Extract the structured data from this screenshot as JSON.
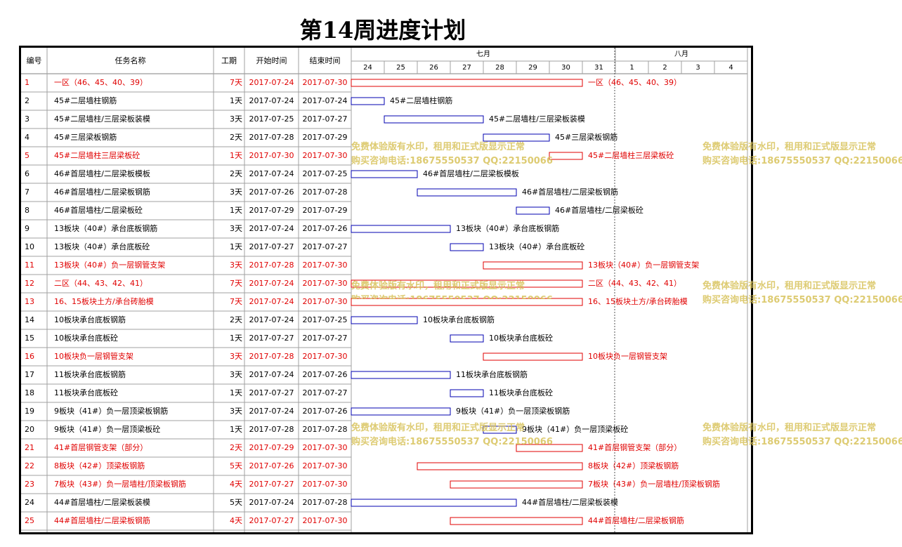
{
  "title": "第14周进度计划",
  "chart_data": {
    "type": "table",
    "columns": {
      "id": "编号",
      "name": "任务名称",
      "duration": "工期",
      "start": "开始时间",
      "end": "结束时间"
    },
    "months": [
      {
        "label": "七月",
        "days": [
          "24",
          "25",
          "26",
          "27",
          "28",
          "29",
          "30",
          "31"
        ]
      },
      {
        "label": "八月",
        "days": [
          "1",
          "2",
          "3",
          "4"
        ]
      }
    ],
    "timeline": {
      "first_day": "2017-07-24",
      "day_count": 12,
      "today_marker": "2017-07-31"
    },
    "tasks": [
      {
        "id": "1",
        "name": "一区（46、45、40、39）",
        "duration": "7天",
        "start": "2017-07-24",
        "end": "2017-07-30",
        "critical": true
      },
      {
        "id": "2",
        "name": "45#二层墙柱钢筋",
        "duration": "1天",
        "start": "2017-07-24",
        "end": "2017-07-24",
        "critical": false
      },
      {
        "id": "3",
        "name": "45#二层墙柱/三层梁板装模",
        "duration": "3天",
        "start": "2017-07-25",
        "end": "2017-07-27",
        "critical": false
      },
      {
        "id": "4",
        "name": "45#三层梁板钢筋",
        "duration": "2天",
        "start": "2017-07-28",
        "end": "2017-07-29",
        "critical": false
      },
      {
        "id": "5",
        "name": "45#二层墙柱三层梁板砼",
        "duration": "1天",
        "start": "2017-07-30",
        "end": "2017-07-30",
        "critical": true
      },
      {
        "id": "6",
        "name": "46#首层墙柱/二层梁板模板",
        "duration": "2天",
        "start": "2017-07-24",
        "end": "2017-07-25",
        "critical": false
      },
      {
        "id": "7",
        "name": "46#首层墙柱/二层梁板钢筋",
        "duration": "3天",
        "start": "2017-07-26",
        "end": "2017-07-28",
        "critical": false
      },
      {
        "id": "8",
        "name": "46#首层墙柱/二层梁板砼",
        "duration": "1天",
        "start": "2017-07-29",
        "end": "2017-07-29",
        "critical": false
      },
      {
        "id": "9",
        "name": "13板块（40#）承台底板钢筋",
        "duration": "3天",
        "start": "2017-07-24",
        "end": "2017-07-26",
        "critical": false
      },
      {
        "id": "10",
        "name": "13板块（40#）承台底板砼",
        "duration": "1天",
        "start": "2017-07-27",
        "end": "2017-07-27",
        "critical": false
      },
      {
        "id": "11",
        "name": "13板块（40#）负一层钢管支架",
        "duration": "3天",
        "start": "2017-07-28",
        "end": "2017-07-30",
        "critical": true
      },
      {
        "id": "12",
        "name": "二区（44、43、42、41）",
        "duration": "7天",
        "start": "2017-07-24",
        "end": "2017-07-30",
        "critical": true
      },
      {
        "id": "13",
        "name": "16、15板块土方/承台砖胎模",
        "duration": "7天",
        "start": "2017-07-24",
        "end": "2017-07-30",
        "critical": true
      },
      {
        "id": "14",
        "name": "10板块承台底板钢筋",
        "duration": "2天",
        "start": "2017-07-24",
        "end": "2017-07-25",
        "critical": false
      },
      {
        "id": "15",
        "name": "10板块承台底板砼",
        "duration": "1天",
        "start": "2017-07-27",
        "end": "2017-07-27",
        "critical": false
      },
      {
        "id": "16",
        "name": "10板块负一层钢管支架",
        "duration": "3天",
        "start": "2017-07-28",
        "end": "2017-07-30",
        "critical": true
      },
      {
        "id": "17",
        "name": "11板块承台底板钢筋",
        "duration": "3天",
        "start": "2017-07-24",
        "end": "2017-07-26",
        "critical": false
      },
      {
        "id": "18",
        "name": "11板块承台底板砼",
        "duration": "1天",
        "start": "2017-07-27",
        "end": "2017-07-27",
        "critical": false
      },
      {
        "id": "19",
        "name": "9板块（41#）负一层顶梁板钢筋",
        "duration": "3天",
        "start": "2017-07-24",
        "end": "2017-07-26",
        "critical": false
      },
      {
        "id": "20",
        "name": "9板块（41#）负一层顶梁板砼",
        "duration": "1天",
        "start": "2017-07-28",
        "end": "2017-07-28",
        "critical": false
      },
      {
        "id": "21",
        "name": "41#首层钢管支架（部分）",
        "duration": "2天",
        "start": "2017-07-29",
        "end": "2017-07-30",
        "critical": true
      },
      {
        "id": "22",
        "name": "8板块（42#）顶梁板钢筋",
        "duration": "5天",
        "start": "2017-07-26",
        "end": "2017-07-30",
        "critical": true
      },
      {
        "id": "23",
        "name": "7板块（43#）负一层墙柱/顶梁板钢筋",
        "duration": "4天",
        "start": "2017-07-27",
        "end": "2017-07-30",
        "critical": true
      },
      {
        "id": "24",
        "name": "44#首层墙柱/二层梁板装模",
        "duration": "5天",
        "start": "2017-07-24",
        "end": "2017-07-28",
        "critical": false
      },
      {
        "id": "25",
        "name": "44#首层墙柱/二层梁板钢筋",
        "duration": "4天",
        "start": "2017-07-27",
        "end": "2017-07-30",
        "critical": true
      }
    ]
  },
  "watermark": {
    "line1": "免费体验版有水印，租用和正式版显示正常",
    "line2": "购买咨询电话:18675550537 QQ:22150066"
  },
  "colors": {
    "critical": "#e00000",
    "normal": "#000000",
    "bar_normal": "#0000b0",
    "bar_critical": "#e00000",
    "grid": "#a0a0a0",
    "watermark": "#d8c25a"
  }
}
